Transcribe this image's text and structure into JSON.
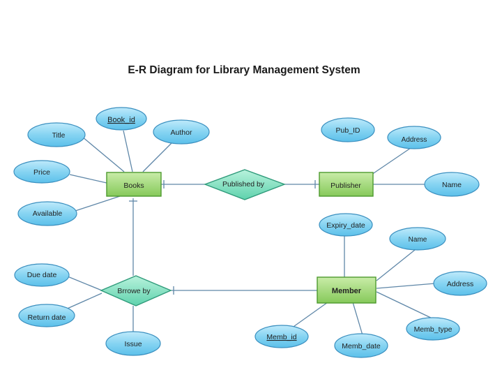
{
  "title": "E-R Diagram for Library Management System",
  "colors": {
    "ellipse_fill": "#7fd3f2",
    "ellipse_stroke": "#3a8fbf",
    "entity_fill": "#9ad66b",
    "entity_stroke": "#4d9a2e",
    "relation_fill": "#7fe0c0",
    "relation_stroke": "#2f9a7a",
    "line_color": "#5f87a8"
  },
  "entities": {
    "books": "Books",
    "publisher": "Publisher",
    "member": "Member"
  },
  "relationships": {
    "published_by": "Published by",
    "browse_by": "Brrowe by"
  },
  "attributes": {
    "book_id": "Book_id",
    "title": "Title",
    "author": "Author",
    "price": "Price",
    "available": "Available",
    "pub_id": "Pub_ID",
    "address_pub": "Address",
    "name_pub": "Name",
    "expiry_date": "Expiry_date",
    "name_member": "Name",
    "address_member": "Address",
    "memb_type": "Memb_type",
    "memb_date": "Memb_date",
    "memb_id": "Memb_id",
    "due_date": "Due date",
    "return_date": "Return date",
    "issue": "Issue"
  }
}
